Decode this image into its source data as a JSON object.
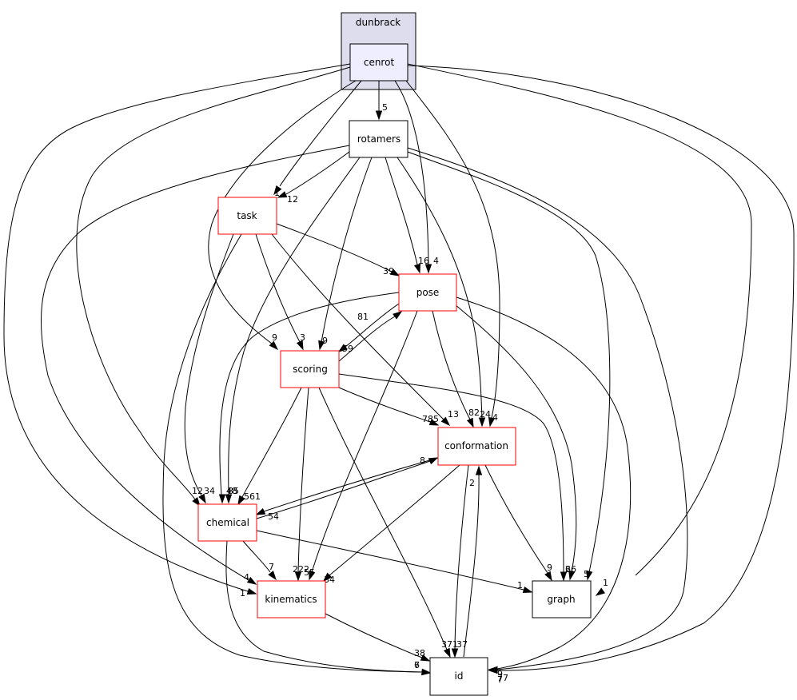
{
  "colors": {
    "cluster_fill": "#ddddee",
    "cluster_stroke": "#000000",
    "focus_fill": "#eeeeff",
    "red_stroke": "#ff0000",
    "black_stroke": "#000000",
    "node_fill": "#ffffff",
    "edge": "#000000"
  },
  "cluster": {
    "label": "dunbrack"
  },
  "nodes": {
    "cenrot": {
      "label": "cenrot"
    },
    "rotamers": {
      "label": "rotamers"
    },
    "task": {
      "label": "task"
    },
    "pose": {
      "label": "pose"
    },
    "scoring": {
      "label": "scoring"
    },
    "conformation": {
      "label": "conformation"
    },
    "chemical": {
      "label": "chemical"
    },
    "kinematics": {
      "label": "kinematics"
    },
    "graph": {
      "label": "graph"
    },
    "id": {
      "label": "id"
    }
  },
  "edges": [
    {
      "from": "cenrot",
      "to": "rotamers",
      "label": "5"
    },
    {
      "from": "cenrot",
      "to": "task",
      "label": "1"
    },
    {
      "from": "cenrot",
      "to": "pose",
      "label": "4"
    },
    {
      "from": "cenrot",
      "to": "scoring",
      "label": "9"
    },
    {
      "from": "cenrot",
      "to": "conformation",
      "label": "4"
    },
    {
      "from": "cenrot",
      "to": "chemical",
      "label": "12"
    },
    {
      "from": "cenrot",
      "to": "kinematics",
      "label": "1"
    },
    {
      "from": "cenrot",
      "to": "graph",
      "label": "1"
    },
    {
      "from": "cenrot",
      "to": "id",
      "label": "9"
    },
    {
      "from": "rotamers",
      "to": "task",
      "label": "12"
    },
    {
      "from": "rotamers",
      "to": "pose",
      "label": "16"
    },
    {
      "from": "rotamers",
      "to": "scoring",
      "label": "9"
    },
    {
      "from": "rotamers",
      "to": "conformation",
      "label": "24"
    },
    {
      "from": "rotamers",
      "to": "chemical",
      "label": "48"
    },
    {
      "from": "rotamers",
      "to": "kinematics",
      "label": "4"
    },
    {
      "from": "rotamers",
      "to": "graph",
      "label": "5"
    },
    {
      "from": "rotamers",
      "to": "id",
      "label": "7"
    },
    {
      "from": "task",
      "to": "pose",
      "label": "39"
    },
    {
      "from": "task",
      "to": "scoring",
      "label": "3"
    },
    {
      "from": "task",
      "to": "conformation",
      "label": "13"
    },
    {
      "from": "task",
      "to": "chemical",
      "label": "34"
    },
    {
      "from": "task",
      "to": "id",
      "label": "7"
    },
    {
      "from": "pose",
      "to": "scoring",
      "label": "59"
    },
    {
      "from": "scoring",
      "to": "pose",
      "label": "81"
    },
    {
      "from": "pose",
      "to": "conformation",
      "label": "82"
    },
    {
      "from": "pose",
      "to": "chemical",
      "label": "85"
    },
    {
      "from": "pose",
      "to": "kinematics",
      "label": "55"
    },
    {
      "from": "pose",
      "to": "graph",
      "label": "26"
    },
    {
      "from": "pose",
      "to": "id",
      "label": "77"
    },
    {
      "from": "scoring",
      "to": "conformation",
      "label": "785"
    },
    {
      "from": "scoring",
      "to": "chemical",
      "label": "561"
    },
    {
      "from": "scoring",
      "to": "kinematics",
      "label": "222"
    },
    {
      "from": "scoring",
      "to": "graph",
      "label": "6"
    },
    {
      "from": "scoring",
      "to": "id",
      "label": "371"
    },
    {
      "from": "conformation",
      "to": "chemical",
      "label": "54"
    },
    {
      "from": "chemical",
      "to": "conformation",
      "label": "8"
    },
    {
      "from": "conformation",
      "to": "kinematics",
      "label": "34"
    },
    {
      "from": "conformation",
      "to": "graph",
      "label": "9"
    },
    {
      "from": "conformation",
      "to": "id",
      "label": "37"
    },
    {
      "from": "id",
      "to": "conformation",
      "label": "2"
    },
    {
      "from": "chemical",
      "to": "kinematics",
      "label": "7"
    },
    {
      "from": "chemical",
      "to": "graph",
      "label": "1"
    },
    {
      "from": "chemical",
      "to": "id",
      "label": "6"
    },
    {
      "from": "kinematics",
      "to": "id",
      "label": "38"
    }
  ]
}
